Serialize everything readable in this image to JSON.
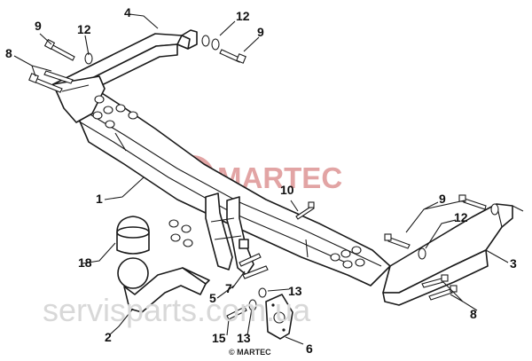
{
  "brand": {
    "name": "MARTEC",
    "color": "#e2a4a4",
    "footer": "© MARTEC"
  },
  "watermark": "servisparts.com.ua",
  "callouts": [
    "1",
    "2",
    "4",
    "5",
    "6",
    "7",
    "8",
    "8",
    "9",
    "9",
    "9",
    "10",
    "12",
    "12",
    "12",
    "13",
    "13",
    "15",
    "18",
    "3"
  ],
  "labels": {
    "c1": "1",
    "c2": "2",
    "c3": "3",
    "c4": "4",
    "c5": "5",
    "c6": "6",
    "c7": "7",
    "c8a": "8",
    "c8b": "8",
    "c9a": "9",
    "c9b": "9",
    "c9c": "9",
    "c10": "10",
    "c12a": "12",
    "c12b": "12",
    "c12c": "12",
    "c13a": "13",
    "c13b": "13",
    "c15": "15",
    "c18": "18"
  },
  "icons": [
    "martec-logo-icon",
    "bolt-icon",
    "washer-icon",
    "nut-icon",
    "tow-ball-icon",
    "ball-cover-icon",
    "socket-plate-icon"
  ]
}
